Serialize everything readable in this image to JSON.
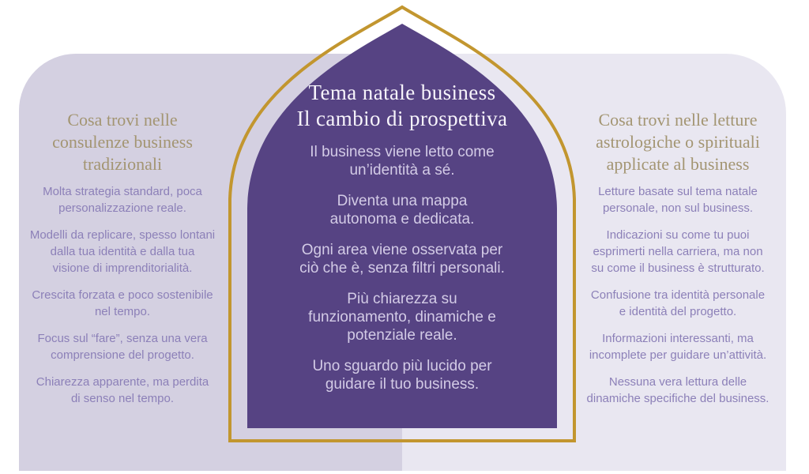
{
  "colors": {
    "background": "#ffffff",
    "left_panel_bg": "#d4d0e1",
    "right_panel_bg": "#e9e7f1",
    "arch_fill": "#564383",
    "arch_outline_gold": "#c2962f",
    "heading_text": "#a39572",
    "panel_body_text": "#8c80b8",
    "center_title_text": "#f7f4fb",
    "center_body_text": "#d3cbe6"
  },
  "left_panel": {
    "heading": "Cosa trovi nelle\nconsulenze business\ntradizionali",
    "items": [
      "Molta strategia standard, poca\npersonalizzazione reale.",
      "Modelli da replicare, spesso lontani\ndalla tua identità e dalla tua\nvisione di imprenditorialità.",
      "Crescita forzata e poco sostenibile\nnel tempo.",
      "Focus sul “fare”, senza una vera\ncomprensione del progetto.",
      "Chiarezza apparente, ma perdita\ndi senso nel tempo."
    ]
  },
  "center": {
    "title": "Tema natale business\nIl cambio di prospettiva",
    "points": [
      "Il business viene letto come\nun’identità a sé.",
      "Diventa una mappa\nautonoma e dedicata.",
      "Ogni area viene osservata per\nciò che è, senza filtri personali.",
      "Più chiarezza su\nfunzionamento, dinamiche e\npotenziale reale.",
      "Uno sguardo più lucido per\nguidare il tuo business."
    ]
  },
  "right_panel": {
    "heading": "Cosa trovi nelle letture\nastrologiche o spirituali\napplicate al business",
    "items": [
      "Letture basate sul tema natale\npersonale, non sul business.",
      "Indicazioni su come tu puoi\nesprimerti nella carriera, ma non\nsu come il business è strutturato.",
      "Confusione tra identità personale\ne identità del progetto.",
      "Informazioni interessanti, ma\nincomplete per guidare un’attività.",
      "Nessuna vera lettura delle\ndinamiche specifiche del business."
    ]
  }
}
